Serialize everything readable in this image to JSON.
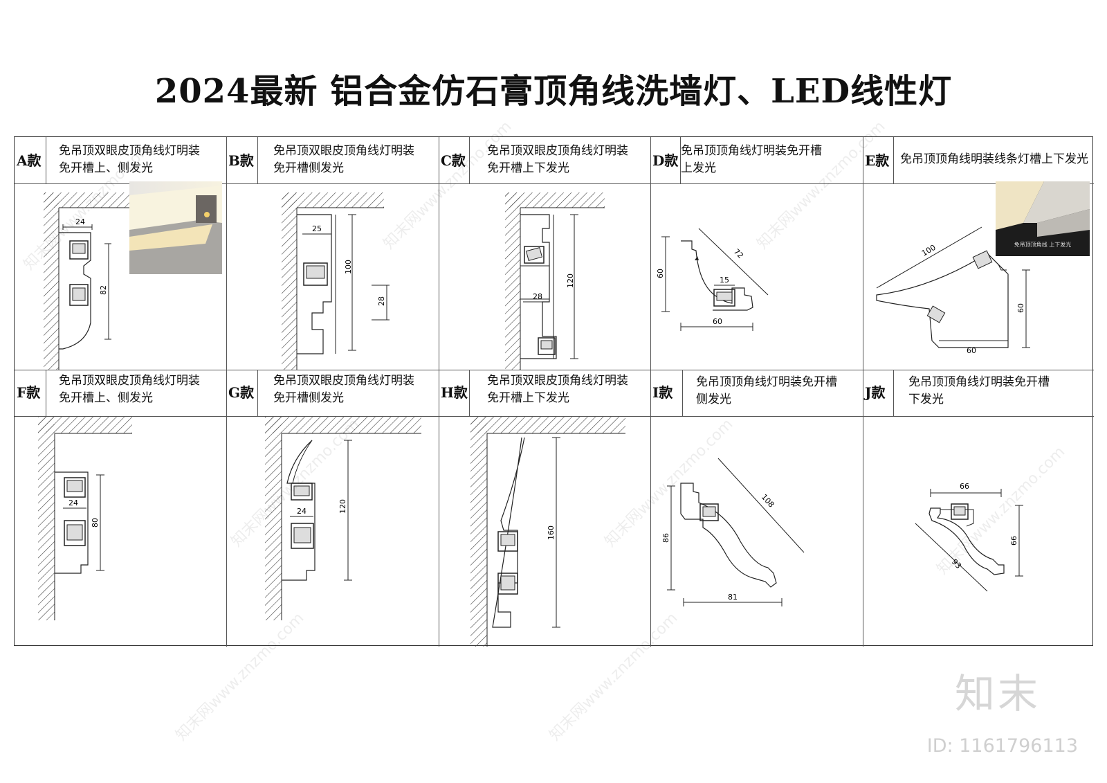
{
  "title": "2024最新  铝合金仿石膏顶角线洗墙灯、LED线性灯",
  "colors": {
    "hatch": "#444444",
    "line": "#222222",
    "grid": "#555555",
    "watermark": "#d6d6d6"
  },
  "rows": [
    {
      "items": [
        {
          "code": "A款",
          "desc": [
            "免吊顶双眼皮顶角线灯明装",
            "免开槽上、侧发光"
          ],
          "dims": [
            "24",
            "82"
          ]
        },
        {
          "code": "B款",
          "desc": [
            "免吊顶双眼皮顶角线灯明装",
            "免开槽侧发光"
          ],
          "dims": [
            "25",
            "100",
            "28"
          ]
        },
        {
          "code": "C款",
          "desc": [
            "免吊顶双眼皮顶角线灯明装",
            "免开槽上下发光"
          ],
          "dims": [
            "28",
            "120"
          ]
        },
        {
          "code": "D款",
          "desc": [
            "免吊顶顶角线灯明装免开槽",
            "上发光"
          ],
          "dims": [
            "72",
            "60",
            "15",
            "60"
          ]
        },
        {
          "code": "E款",
          "desc": [
            "免吊顶顶角线明装线条灯槽上下发光"
          ],
          "dims": [
            "100",
            "60",
            "60"
          ],
          "photo_caption": "免吊顶顶角线 上下发光"
        }
      ]
    },
    {
      "items": [
        {
          "code": "F款",
          "desc": [
            "免吊顶双眼皮顶角线灯明装",
            "免开槽上、侧发光"
          ],
          "dims": [
            "24",
            "80"
          ]
        },
        {
          "code": "G款",
          "desc": [
            "免吊顶双眼皮顶角线灯明装",
            "免开槽侧发光"
          ],
          "dims": [
            "24",
            "120"
          ]
        },
        {
          "code": "H款",
          "desc": [
            "免吊顶双眼皮顶角线灯明装",
            "免开槽上下发光"
          ],
          "dims": [
            "160"
          ]
        },
        {
          "code": "I款",
          "desc": [
            "免吊顶顶角线灯明装免开槽",
            "侧发光"
          ],
          "dims": [
            "108",
            "86",
            "81"
          ]
        },
        {
          "code": "J款",
          "desc": [
            "免吊顶顶角线灯明装免开槽",
            "下发光"
          ],
          "dims": [
            "66",
            "66",
            "93"
          ]
        }
      ]
    }
  ],
  "watermark": {
    "logo": "知末",
    "id": "ID: 1161796113",
    "site": "知末网www.znzmo.com"
  }
}
